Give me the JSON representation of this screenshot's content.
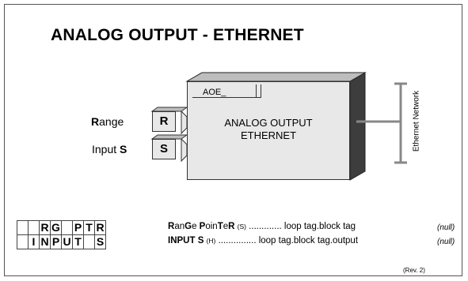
{
  "title": "ANALOG OUTPUT - ETHERNET",
  "block": {
    "tag": "AOE_",
    "name_line1": "ANALOG OUTPUT",
    "name_line2": "ETHERNET"
  },
  "inputs": [
    {
      "label_bold": "R",
      "label_rest": "ange",
      "port": "R"
    },
    {
      "label_plain": "Input ",
      "label_bold": "S",
      "port": "S"
    }
  ],
  "network_label": "Ethernet Network",
  "legend": {
    "rows": [
      {
        "cells": [
          "",
          "",
          "R",
          "G",
          "",
          "P",
          "T",
          "R"
        ],
        "desc_parts": [
          "R",
          "an",
          "G",
          "e ",
          "P",
          "oin",
          "T",
          "e",
          "R"
        ],
        "desc_bold_mask": [
          true,
          false,
          true,
          false,
          true,
          false,
          true,
          false,
          true
        ],
        "desc_type": "(S)",
        "desc_fill": " ............. loop tag.block tag",
        "default": "(null)"
      },
      {
        "cells": [
          "",
          "I",
          "N",
          "P",
          "U",
          "T",
          "",
          "S"
        ],
        "desc_parts": [
          "INPUT S"
        ],
        "desc_bold_mask": [
          true
        ],
        "desc_type": "(H)",
        "desc_fill": " ............... loop tag.block tag.output",
        "default": "(null)"
      }
    ]
  },
  "revision": "(Rev. 2)"
}
